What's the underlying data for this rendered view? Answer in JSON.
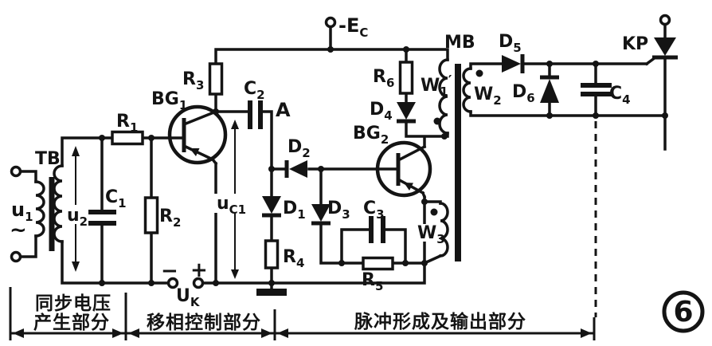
{
  "figure_number": "6",
  "supply": {
    "main": "-E",
    "sub": "C"
  },
  "sections": {
    "sync_line1": "同步电压",
    "sync_line2": "产生部分",
    "phase_shift": "移相控制部分",
    "pulse_output": "脉冲形成及输出部分"
  },
  "terminals": {
    "uk_main": "U",
    "uk_sub": "K",
    "uk_minus": "−",
    "uk_plus": "+",
    "ac_tilde": "~"
  },
  "labels": {
    "tb": {
      "main": "TB"
    },
    "u1": {
      "main": "u",
      "sub": "1"
    },
    "u2": {
      "main": "u",
      "sub": "2"
    },
    "c1": {
      "main": "C",
      "sub": "1"
    },
    "r1": {
      "main": "R",
      "sub": "1"
    },
    "r2": {
      "main": "R",
      "sub": "2"
    },
    "bg1": {
      "main": "BG",
      "sub": "1"
    },
    "r3": {
      "main": "R",
      "sub": "3"
    },
    "c2": {
      "main": "C",
      "sub": "2"
    },
    "node_a": {
      "main": "A"
    },
    "uc1": {
      "main": "u",
      "sub": "C1"
    },
    "d1": {
      "main": "D",
      "sub": "1"
    },
    "d2": {
      "main": "D",
      "sub": "2"
    },
    "d3": {
      "main": "D",
      "sub": "3"
    },
    "d4": {
      "main": "D",
      "sub": "4"
    },
    "d5": {
      "main": "D",
      "sub": "5"
    },
    "d6": {
      "main": "D",
      "sub": "6"
    },
    "r4": {
      "main": "R",
      "sub": "4"
    },
    "r5": {
      "main": "R",
      "sub": "5"
    },
    "r6": {
      "main": "R",
      "sub": "6"
    },
    "c3": {
      "main": "C",
      "sub": "3"
    },
    "c4": {
      "main": "C",
      "sub": "4"
    },
    "bg2": {
      "main": "BG",
      "sub": "2"
    },
    "mb": {
      "main": "MB"
    },
    "w1": {
      "main": "W",
      "sub": "1",
      "post": "′"
    },
    "w2": {
      "main": "W",
      "sub": "2"
    },
    "w3": {
      "main": "W",
      "sub": "3"
    },
    "kp": {
      "main": "KP"
    }
  },
  "colors": {
    "ink": "#141414",
    "paper": "#ffffff"
  }
}
